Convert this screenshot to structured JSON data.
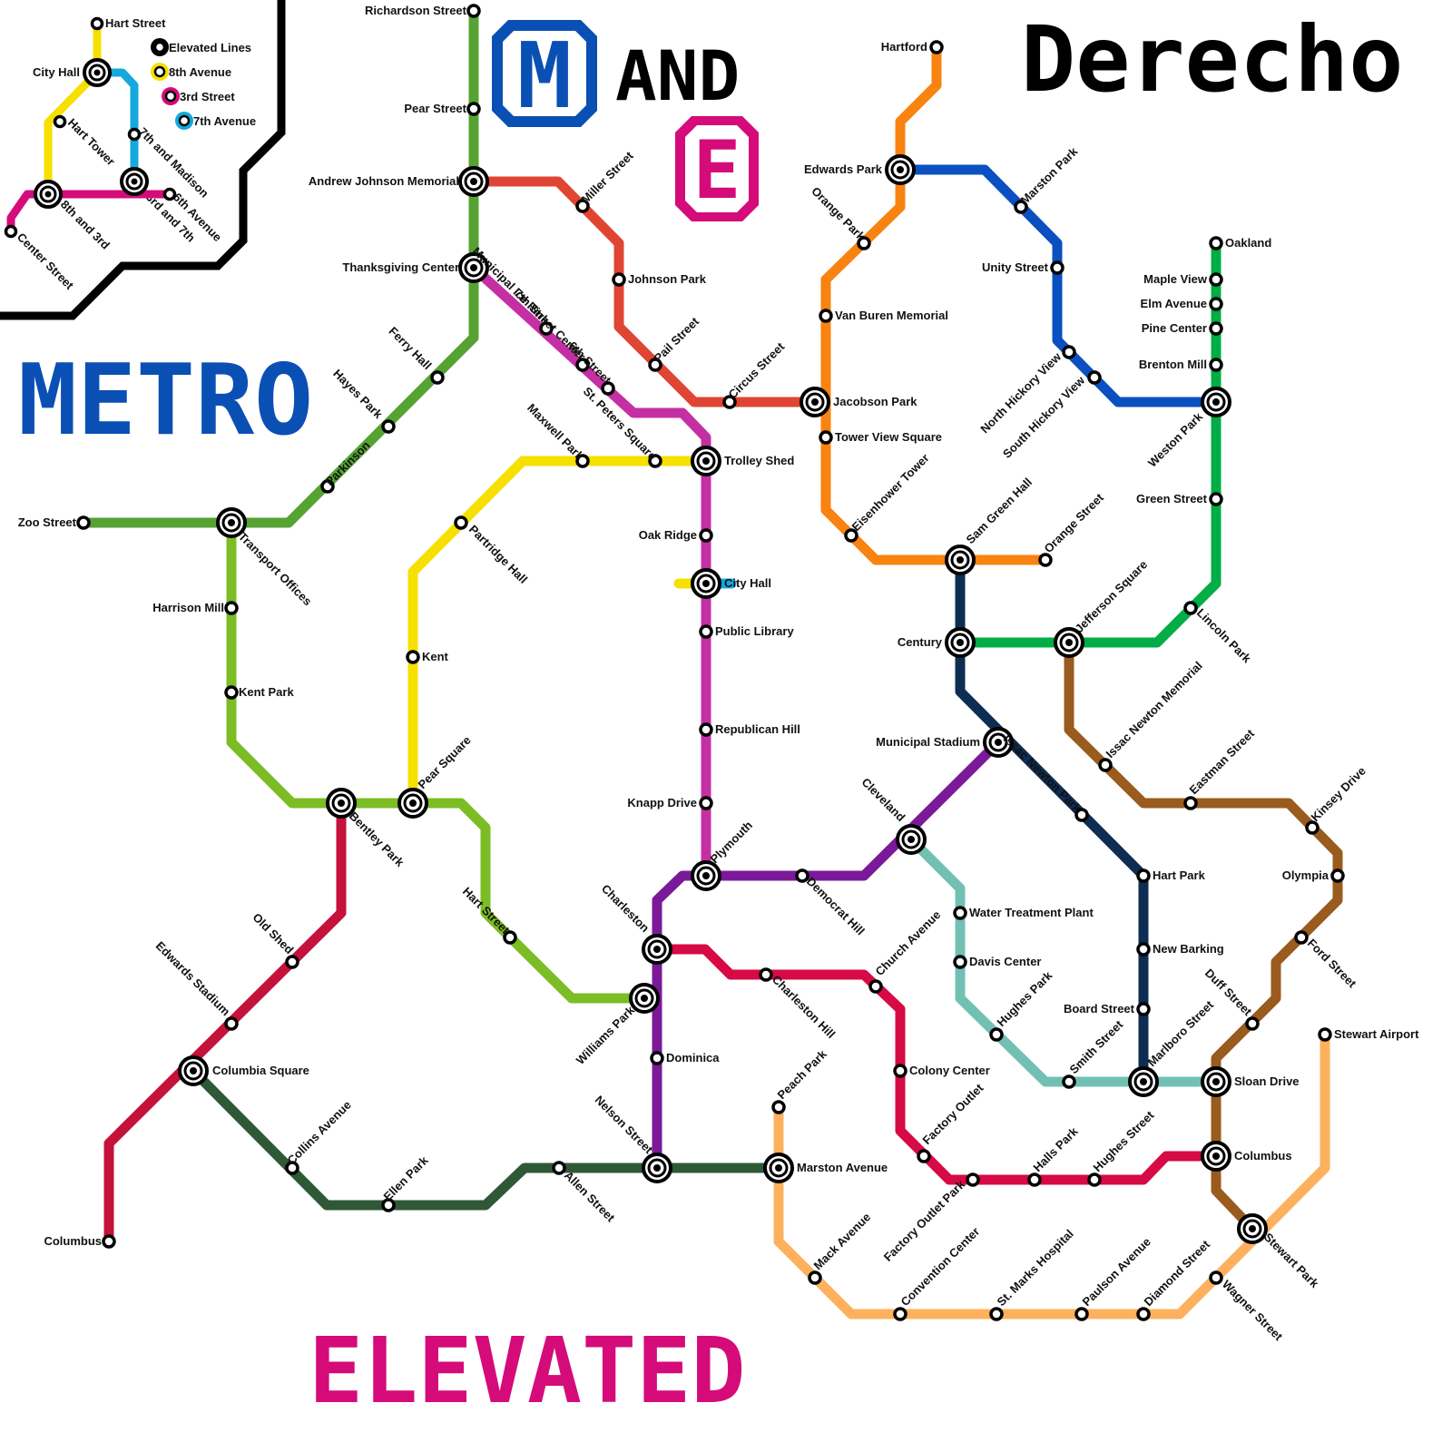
{
  "title": {
    "city": "Derecho",
    "m_letter": "M",
    "and_text": "AND",
    "e_letter": "E",
    "metro_text": "METRO",
    "elevated_text": "ELEVATED"
  },
  "colors": {
    "metro_blue": "#0a50b4",
    "elevated_pink": "#d50b7a",
    "black": "#000000"
  },
  "legend": {
    "items": [
      {
        "label": "Elevated Lines",
        "color": "#000000"
      },
      {
        "label": "8th Avenue",
        "color": "#f6e000"
      },
      {
        "label": "3rd Street",
        "color": "#d50b7a"
      },
      {
        "label": "7th Avenue",
        "color": "#15a8dc"
      }
    ]
  },
  "inset": {
    "stations": [
      "Hart Street",
      "City Hall",
      "Hart Tower",
      "7th and Madison",
      "8th and 3rd",
      "3rd and 7th",
      "6th Avenue",
      "Center Street"
    ]
  },
  "lines": [
    {
      "id": "green",
      "color": "#56a333"
    },
    {
      "id": "red",
      "color": "#e04534"
    },
    {
      "id": "magenta",
      "color": "#c430a3"
    },
    {
      "id": "yellow",
      "color": "#f6e000"
    },
    {
      "id": "lime",
      "color": "#7cbc25"
    },
    {
      "id": "crimson",
      "color": "#c4123a"
    },
    {
      "id": "darkgreen",
      "color": "#2f5837"
    },
    {
      "id": "purple",
      "color": "#7b1a99"
    },
    {
      "id": "pinkred",
      "color": "#d60a45"
    },
    {
      "id": "orange",
      "color": "#f88311"
    },
    {
      "id": "blue",
      "color": "#0a50c0"
    },
    {
      "id": "brightgreen",
      "color": "#00ad46"
    },
    {
      "id": "navy",
      "color": "#0d2d53"
    },
    {
      "id": "brown",
      "color": "#9a5b1e"
    },
    {
      "id": "teal",
      "color": "#72c0b3"
    },
    {
      "id": "peach",
      "color": "#fdb15f"
    }
  ],
  "stations": [
    {
      "name": "Richardson Street"
    },
    {
      "name": "Pear Street"
    },
    {
      "name": "Andrew Johnson Memorial"
    },
    {
      "name": "Thanksgiving Center"
    },
    {
      "name": "Ferry Hall"
    },
    {
      "name": "Hayes Park"
    },
    {
      "name": "Parkinson"
    },
    {
      "name": "Zoo Street"
    },
    {
      "name": "Transport Offices"
    },
    {
      "name": "Harrison Mill"
    },
    {
      "name": "Kent Park"
    },
    {
      "name": "Bentley Park"
    },
    {
      "name": "Old Shed"
    },
    {
      "name": "Edwards Stadium"
    },
    {
      "name": "Columbia Square"
    },
    {
      "name": "Columbus"
    },
    {
      "name": "Collins Avenue"
    },
    {
      "name": "Ellen Park"
    },
    {
      "name": "Allen Street"
    },
    {
      "name": "Nelson Street"
    },
    {
      "name": "Marston Avenue"
    },
    {
      "name": "Miller Street"
    },
    {
      "name": "Johnson Park"
    },
    {
      "name": "Pail Street"
    },
    {
      "name": "Circus Street"
    },
    {
      "name": "Jacobson Park"
    },
    {
      "name": "Municipal Ice Rink"
    },
    {
      "name": "7th Street Center"
    },
    {
      "name": "6th Street"
    },
    {
      "name": "Trolley Shed"
    },
    {
      "name": "Oak Ridge"
    },
    {
      "name": "City Hall"
    },
    {
      "name": "Public Library"
    },
    {
      "name": "Republican Hill"
    },
    {
      "name": "Knapp Drive"
    },
    {
      "name": "Plymouth"
    },
    {
      "name": "Maxwell Park"
    },
    {
      "name": "St. Peters Square"
    },
    {
      "name": "Partridge Hall"
    },
    {
      "name": "Kent"
    },
    {
      "name": "Pear Square"
    },
    {
      "name": "Hart Street"
    },
    {
      "name": "Williams Park"
    },
    {
      "name": "Charleston"
    },
    {
      "name": "Dominica"
    },
    {
      "name": "Democrat Hill"
    },
    {
      "name": "Cleveland"
    },
    {
      "name": "Municipal Stadium"
    },
    {
      "name": "Charleston Hill"
    },
    {
      "name": "Church Avenue"
    },
    {
      "name": "Colony Center"
    },
    {
      "name": "Factory Outlet"
    },
    {
      "name": "Factory Outlet Park"
    },
    {
      "name": "Halls Park"
    },
    {
      "name": "Hughes Street"
    },
    {
      "name": "Hartford"
    },
    {
      "name": "Edwards Park"
    },
    {
      "name": "Orange Park"
    },
    {
      "name": "Van Buren Memorial"
    },
    {
      "name": "Tower View Square"
    },
    {
      "name": "Eisenhower Tower"
    },
    {
      "name": "Sam Green Hall"
    },
    {
      "name": "Orange Street"
    },
    {
      "name": "Marston Park"
    },
    {
      "name": "Unity Street"
    },
    {
      "name": "North Hickory View"
    },
    {
      "name": "South Hickory View"
    },
    {
      "name": "Weston Park"
    },
    {
      "name": "Oakland"
    },
    {
      "name": "Maple View"
    },
    {
      "name": "Elm Avenue"
    },
    {
      "name": "Pine Center"
    },
    {
      "name": "Brenton Mill"
    },
    {
      "name": "Green Street"
    },
    {
      "name": "Lincoln Park"
    },
    {
      "name": "Jefferson Square"
    },
    {
      "name": "Century"
    },
    {
      "name": "Issac Newton Memorial"
    },
    {
      "name": "Eastman Street"
    },
    {
      "name": "Kinsey Drive"
    },
    {
      "name": "Olympia"
    },
    {
      "name": "Ford Street"
    },
    {
      "name": "Duff Street"
    },
    {
      "name": "Sloan Drive"
    },
    {
      "name": "Columbus"
    },
    {
      "name": "Stewart Park"
    },
    {
      "name": "Issac Newton Park"
    },
    {
      "name": "Hart Park"
    },
    {
      "name": "New Barking"
    },
    {
      "name": "Board Street"
    },
    {
      "name": "Marlboro Street"
    },
    {
      "name": "Water Treatment Plant"
    },
    {
      "name": "Davis Center"
    },
    {
      "name": "Hughes Park"
    },
    {
      "name": "Smith Street"
    },
    {
      "name": "Stewart Airport"
    },
    {
      "name": "Peach Park"
    },
    {
      "name": "Mack Avenue"
    },
    {
      "name": "Convention Center"
    },
    {
      "name": "St. Marks Hospital"
    },
    {
      "name": "Paulson Avenue"
    },
    {
      "name": "Diamond Street"
    },
    {
      "name": "Wagner Street"
    }
  ]
}
